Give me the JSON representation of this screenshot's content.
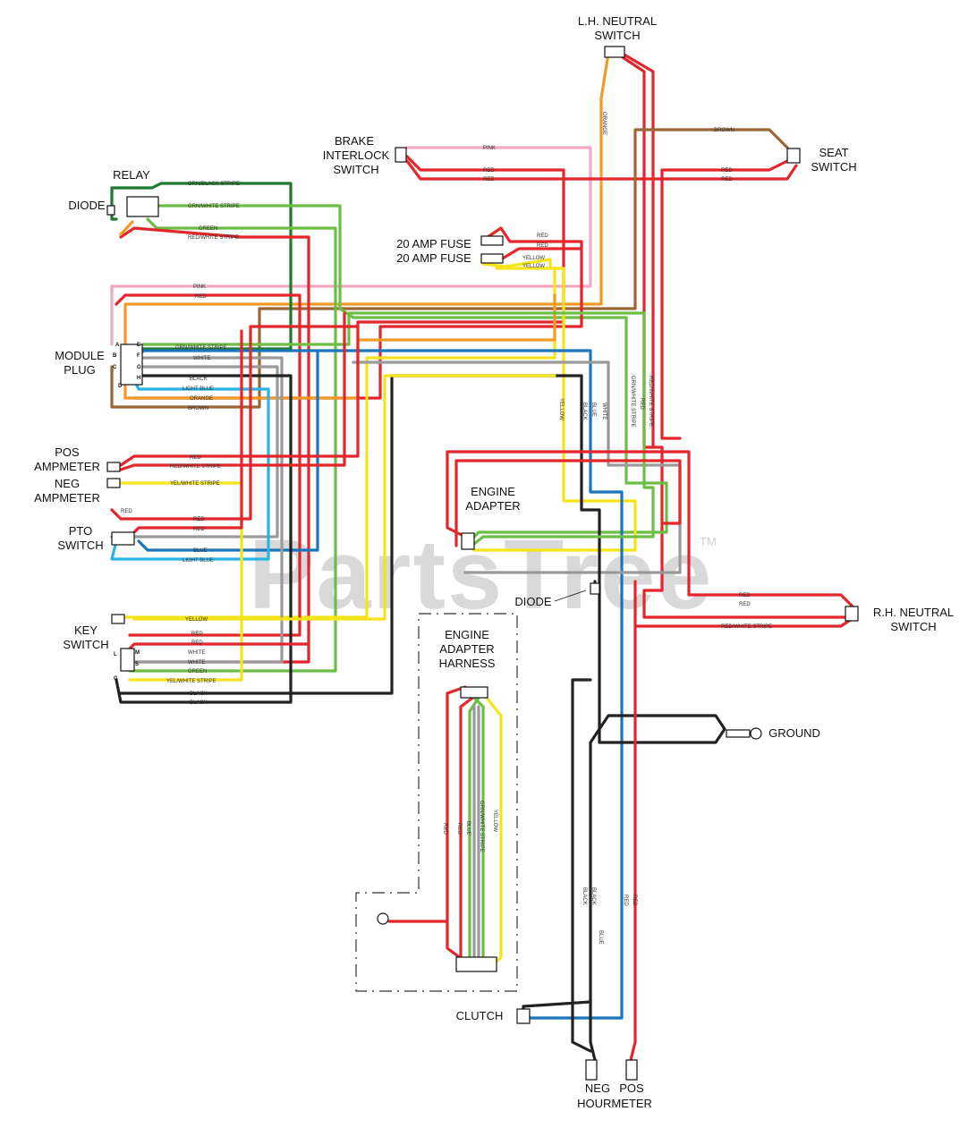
{
  "components": {
    "lh_neutral_switch": [
      "L.H. NEUTRAL",
      "SWITCH"
    ],
    "brake_interlock_switch": [
      "BRAKE",
      "INTERLOCK",
      "SWITCH"
    ],
    "seat_switch": [
      "SEAT",
      "SWITCH"
    ],
    "relay": "RELAY",
    "diode_top": "DIODE",
    "fuse_1": "20 AMP FUSE",
    "fuse_2": "20 AMP FUSE",
    "module_plug": [
      "MODULE",
      "PLUG"
    ],
    "pos_ammeter": [
      "POS",
      "AMPMETER"
    ],
    "neg_ammeter": [
      "NEG",
      "AMPMETER"
    ],
    "pto_switch": [
      "PTO",
      "SWITCH"
    ],
    "key_switch": [
      "KEY",
      "SWITCH"
    ],
    "engine_adapter": [
      "ENGINE",
      "ADAPTER"
    ],
    "diode_mid": "DIODE",
    "rh_neutral_switch": [
      "R.H. NEUTRAL",
      "SWITCH"
    ],
    "engine_adapter_harness": [
      "ENGINE",
      "ADAPTER",
      "HARNESS"
    ],
    "ground": "GROUND",
    "clutch": "CLUTCH",
    "hourmeter": [
      "NEG",
      "POS",
      "HOURMETER"
    ]
  },
  "wire_labels": {
    "orange": "ORANGE",
    "pink": "PINK",
    "red": "RED",
    "brown": "BROWN",
    "grn_black": "GRN/BLACK STRIPE",
    "grn_white": "GRN/WHITE STRIPE",
    "green": "GREEN",
    "red_white": "RED/WHITE STRIPE",
    "yellow": "YELLOW",
    "white": "WHITE",
    "black": "BLACK",
    "light_blue": "LIGHT BLUE",
    "blue": "BLUE",
    "yel_white": "YEL/WHITE STRIPE"
  },
  "module_pins": [
    "A",
    "B",
    "C",
    "D",
    "E",
    "F",
    "G",
    "H"
  ],
  "key_pins": [
    "L",
    "M",
    "S",
    "G"
  ],
  "watermark": "PartsTree",
  "watermark_tm": "TM",
  "wire_colors": {
    "red": "#e3262b",
    "pink": "#f0a8c4",
    "orange": "#f29a27",
    "brown": "#9a6635",
    "green": "#6cbe45",
    "dark_green": "#1f7a2e",
    "yellow": "#f5e31b",
    "blue": "#1b75bb",
    "light_blue": "#28b4e6",
    "black": "#222222",
    "white_wire": "#9a9a9a"
  }
}
